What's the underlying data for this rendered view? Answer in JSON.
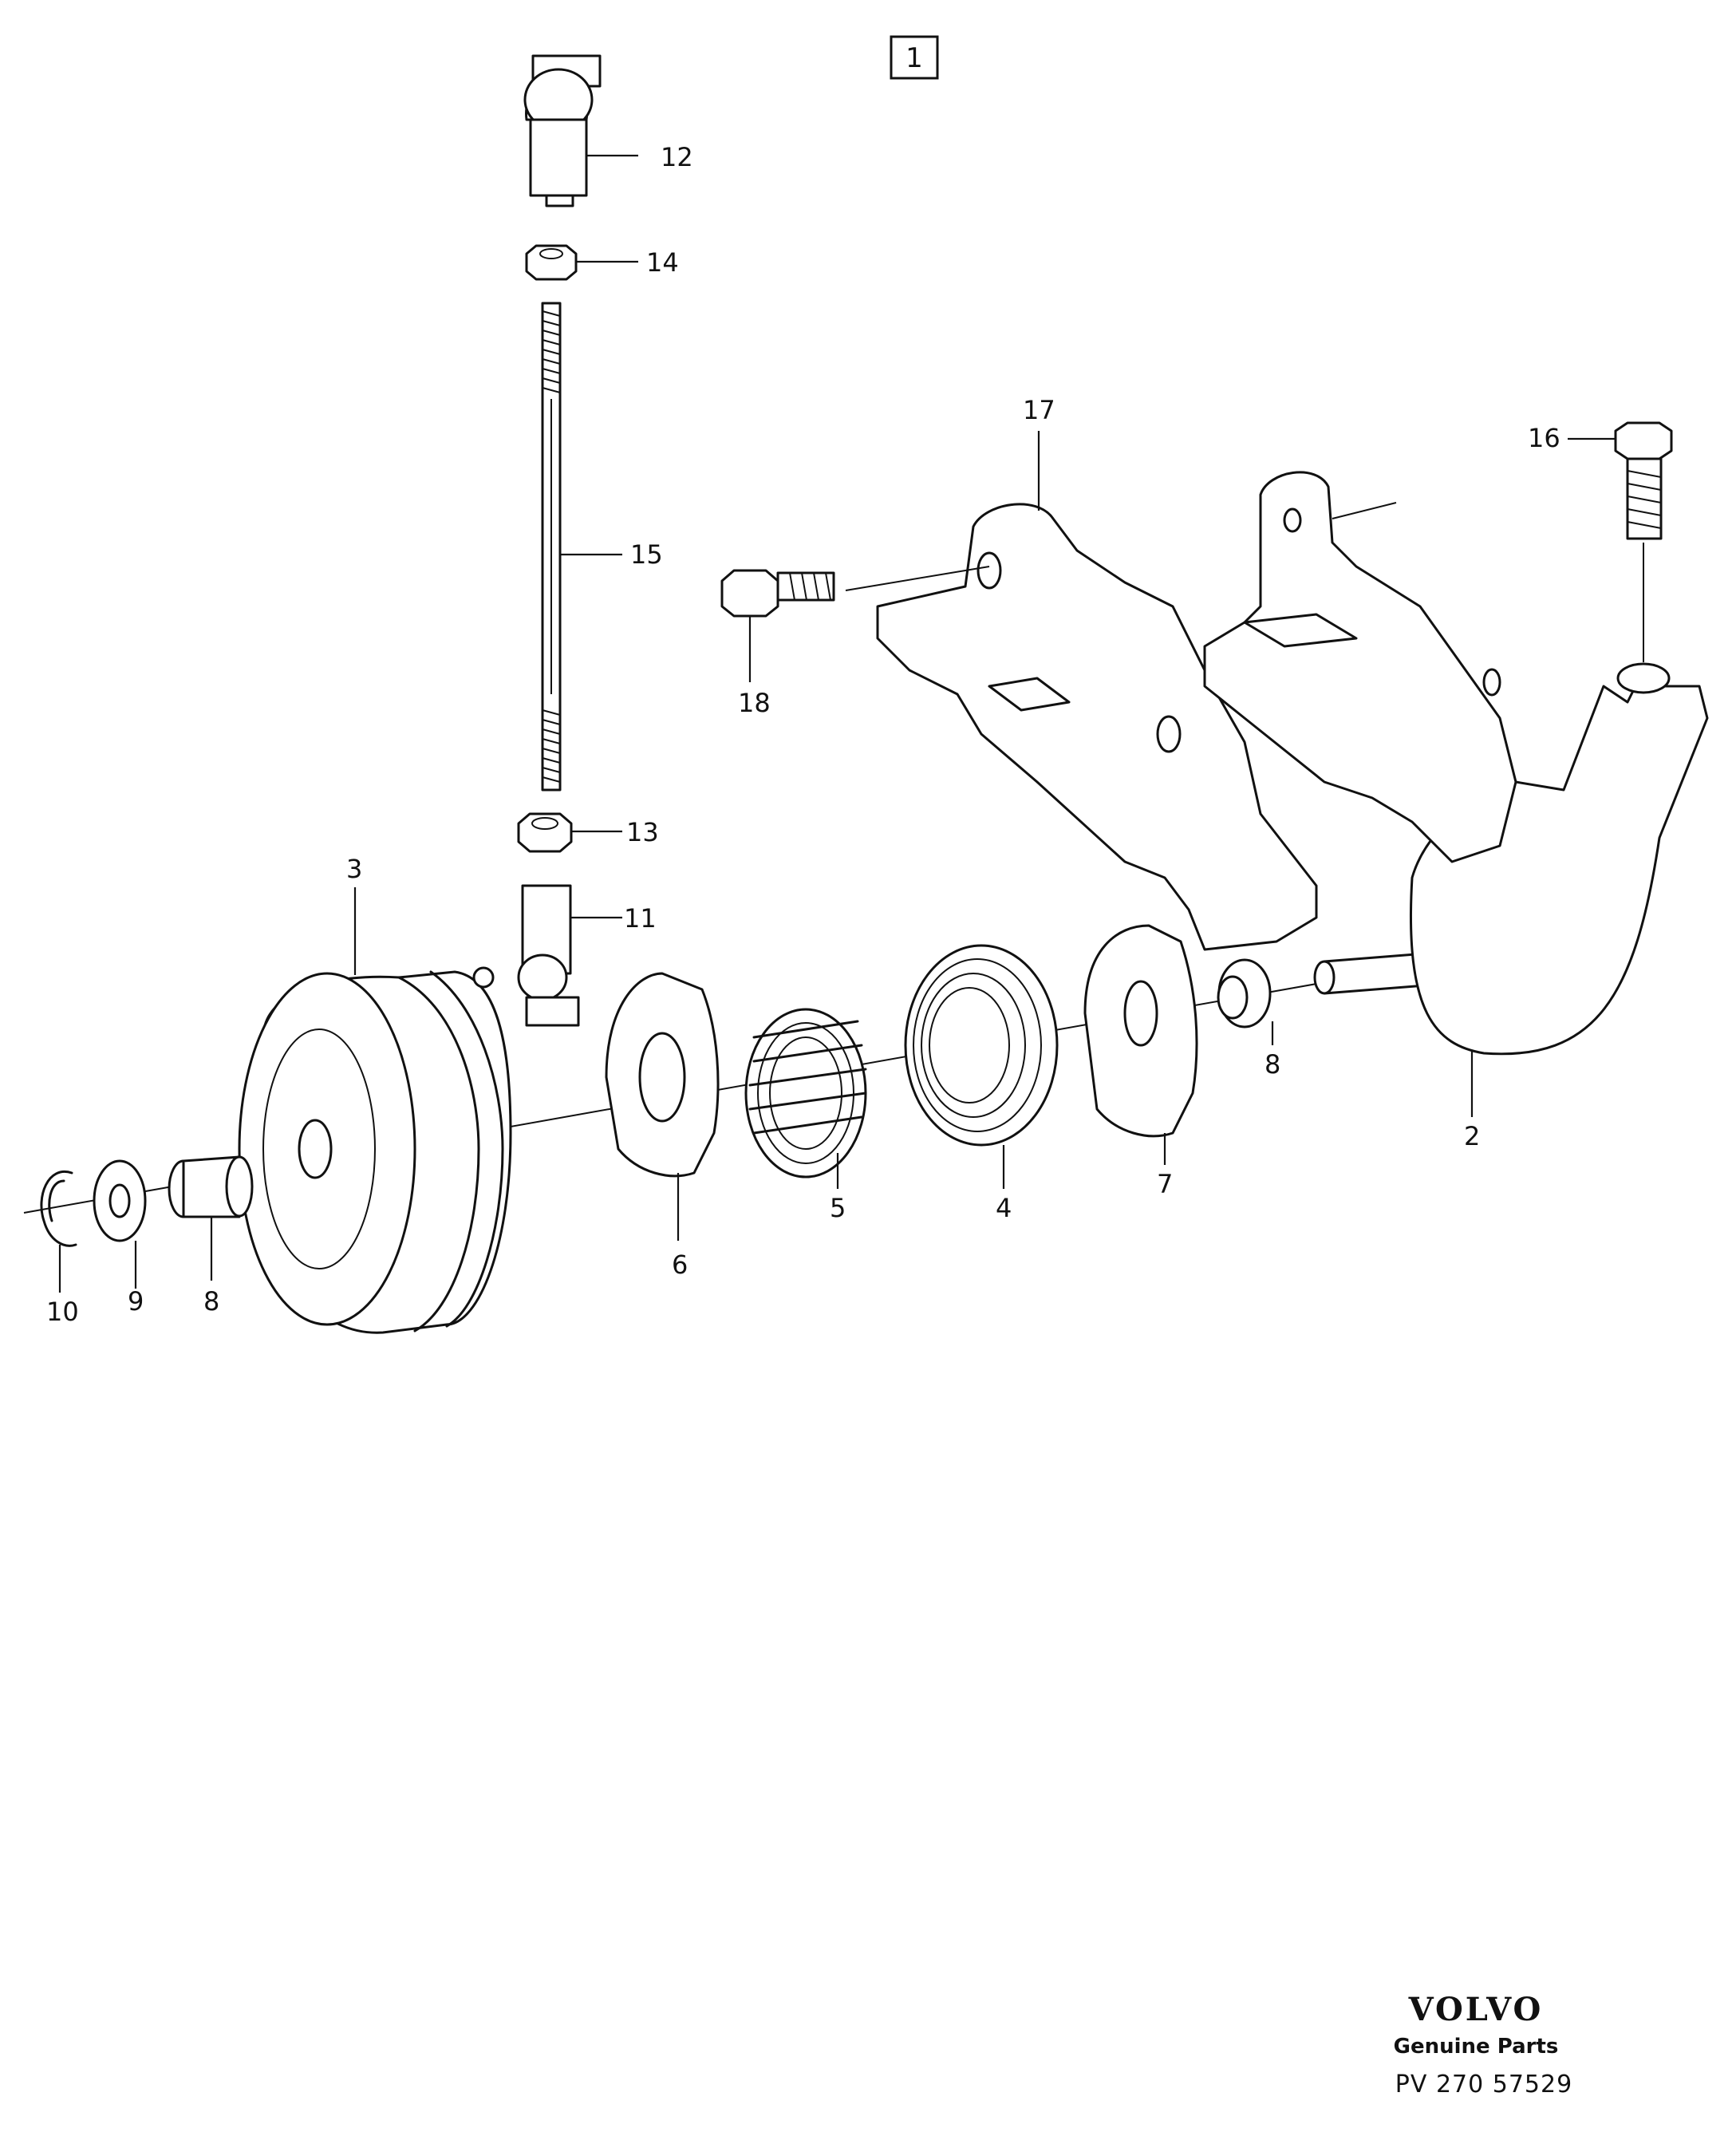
{
  "figure_label": "1",
  "part_labels": {
    "p2": "2",
    "p3": "3",
    "p4": "4",
    "p5": "5",
    "p6": "6",
    "p7": "7",
    "p8a": "8",
    "p8b": "8",
    "p9": "9",
    "p10": "10",
    "p11": "11",
    "p12": "12",
    "p13": "13",
    "p14": "14",
    "p15": "15",
    "p16": "16",
    "p17": "17",
    "p18": "18"
  },
  "brand": {
    "name": "VOLVO",
    "subtitle": "Genuine Parts",
    "reference": "PV 270 57529"
  }
}
